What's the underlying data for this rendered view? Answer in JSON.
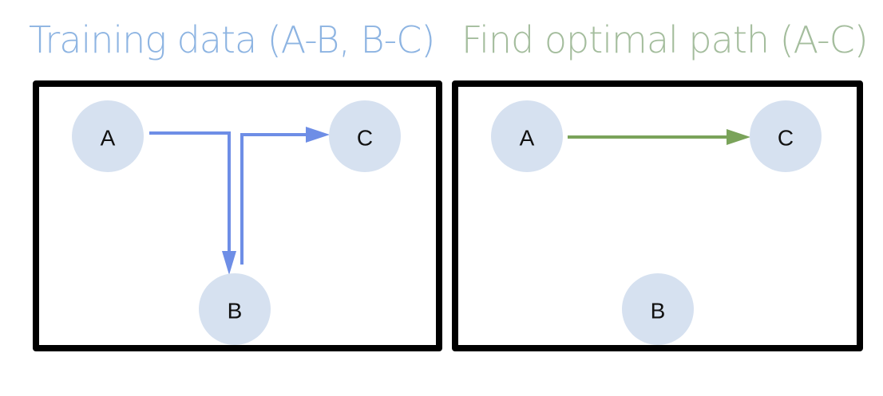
{
  "titles": {
    "left": "Training data (A-B, B-C)",
    "right": "Find optimal path (A-C)"
  },
  "nodes": {
    "a": "A",
    "b": "B",
    "c": "C"
  },
  "colors": {
    "title_left": "#8db4e2",
    "title_right": "#a4bd9d",
    "node_fill": "#d6e1f0",
    "training_arrow": "#6e8ee6",
    "optimal_arrow": "#7aa35a",
    "frame": "#000000"
  }
}
